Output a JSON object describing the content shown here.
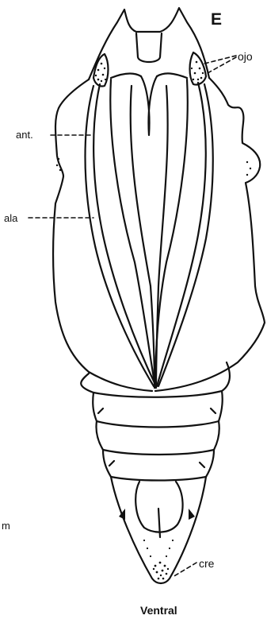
{
  "figure": {
    "panel_letter": "E",
    "view_label": "Ventral",
    "scale_fragment": "m",
    "top_fragment": ""
  },
  "labels": {
    "ojo": "ojo",
    "ant": "ant.",
    "ala": "ala",
    "cre": "cre"
  },
  "colors": {
    "ink": "#111111",
    "background": "#ffffff"
  }
}
